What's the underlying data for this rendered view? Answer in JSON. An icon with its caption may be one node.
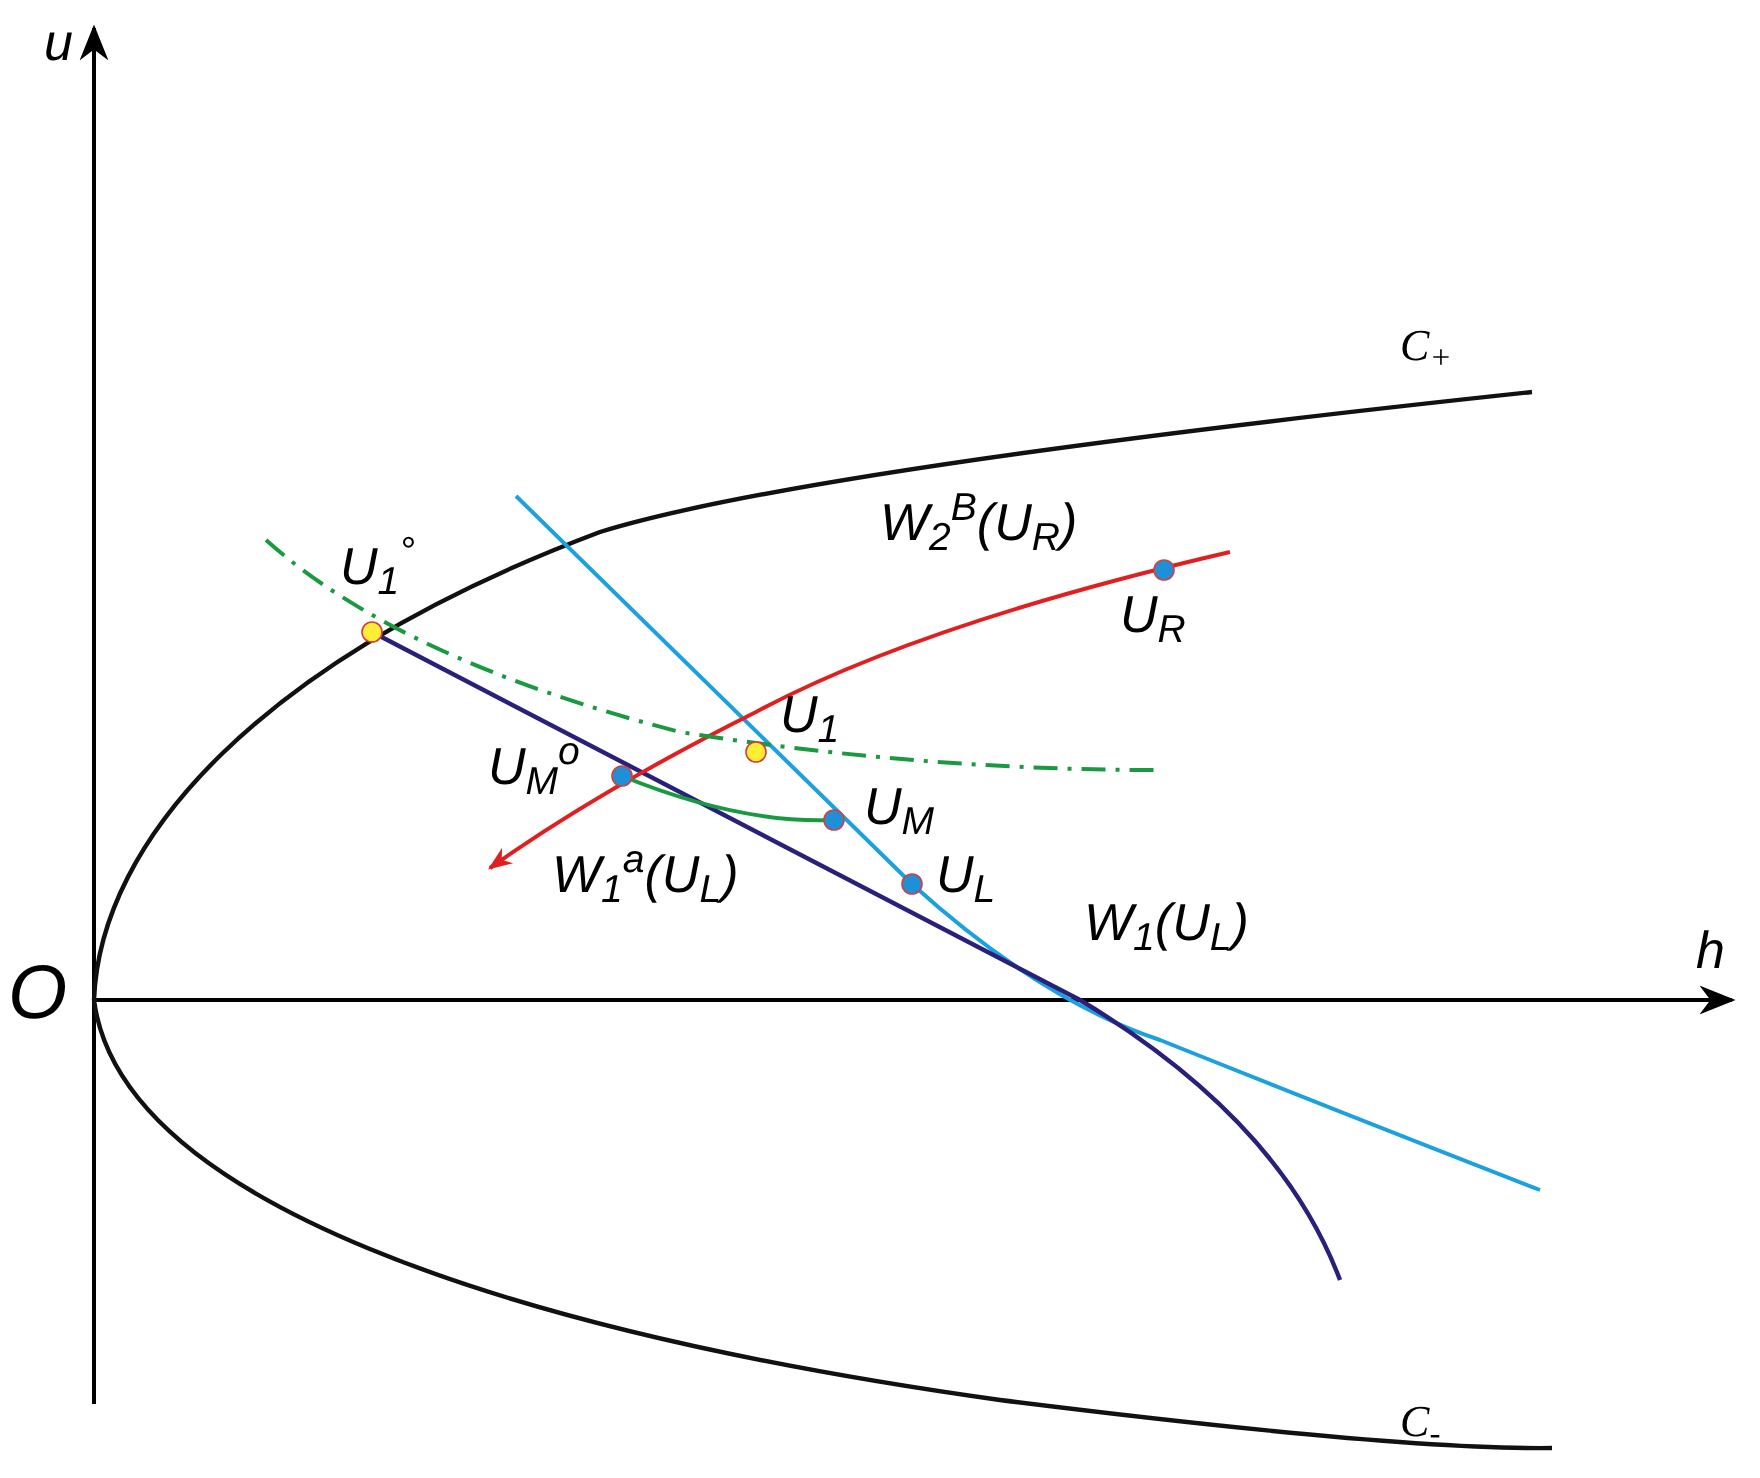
{
  "diagram": {
    "labels": [
      "u",
      "C$_{+}$",
      "W$_{2}$$^{B}$(U$_{R}$)",
      "U$_{1}$$^{°}$",
      "U$_{R}$",
      "U$_{1}$",
      "U$_{M}$$^{o}$",
      "U$_{M}$",
      "W$_{1}$$^{a}$(U$_{L}$)",
      "U$_{L}$",
      "W$_{1}$(U$_{L}$)",
      "O",
      "h",
      "C$_{-}$"
    ]
  }
}
